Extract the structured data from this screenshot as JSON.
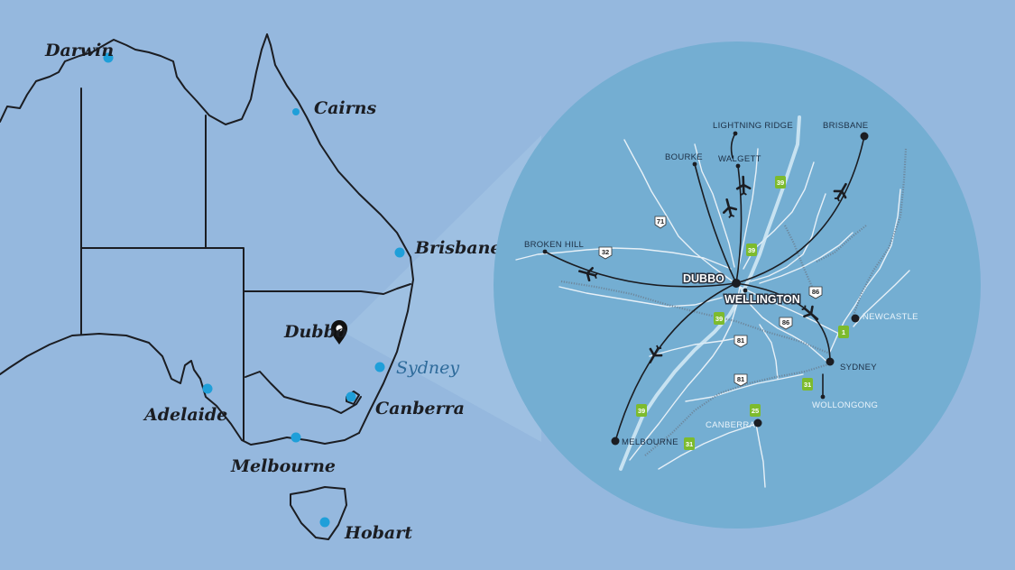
{
  "colors": {
    "background": "#95b8de",
    "inset_circle": "#74aed2",
    "coast_line": "#1b1d22",
    "city_dot": "#1f9fd9",
    "river": "#f4f8fc",
    "route_line": "#1b1d22",
    "highway_shield": "#7dbb2d",
    "rail": "#6b7e90"
  },
  "main_map": {
    "cities": [
      {
        "name": "Darwin"
      },
      {
        "name": "Cairns"
      },
      {
        "name": "Brisbane"
      },
      {
        "name": "Sydney"
      },
      {
        "name": "Canberra"
      },
      {
        "name": "Adelaide"
      },
      {
        "name": "Melbourne"
      },
      {
        "name": "Hobart"
      }
    ],
    "pin_label": "Dubbo",
    "pin_icon": "location-pin-icon"
  },
  "inset_map": {
    "hub_labels": {
      "dubbo": "DUBBO",
      "wellington": "WELLINGTON"
    },
    "place_labels": {
      "lightning_ridge": "LIGHTNING RIDGE",
      "bourke": "BOURKE",
      "walgett": "WALGETT",
      "brisbane": "BRISBANE",
      "broken_hill": "BROKEN HILL",
      "newcastle": "NEWCASTLE",
      "sydney": "SYDNEY",
      "wollongong": "WOLLONGONG",
      "canberra": "CANBERRA",
      "melbourne": "MELBOURNE"
    },
    "highway_shields": [
      "71",
      "32",
      "39",
      "39",
      "39",
      "86",
      "86",
      "81",
      "81",
      "1",
      "31",
      "25",
      "39",
      "31"
    ],
    "flight_icon": "airplane-icon"
  }
}
